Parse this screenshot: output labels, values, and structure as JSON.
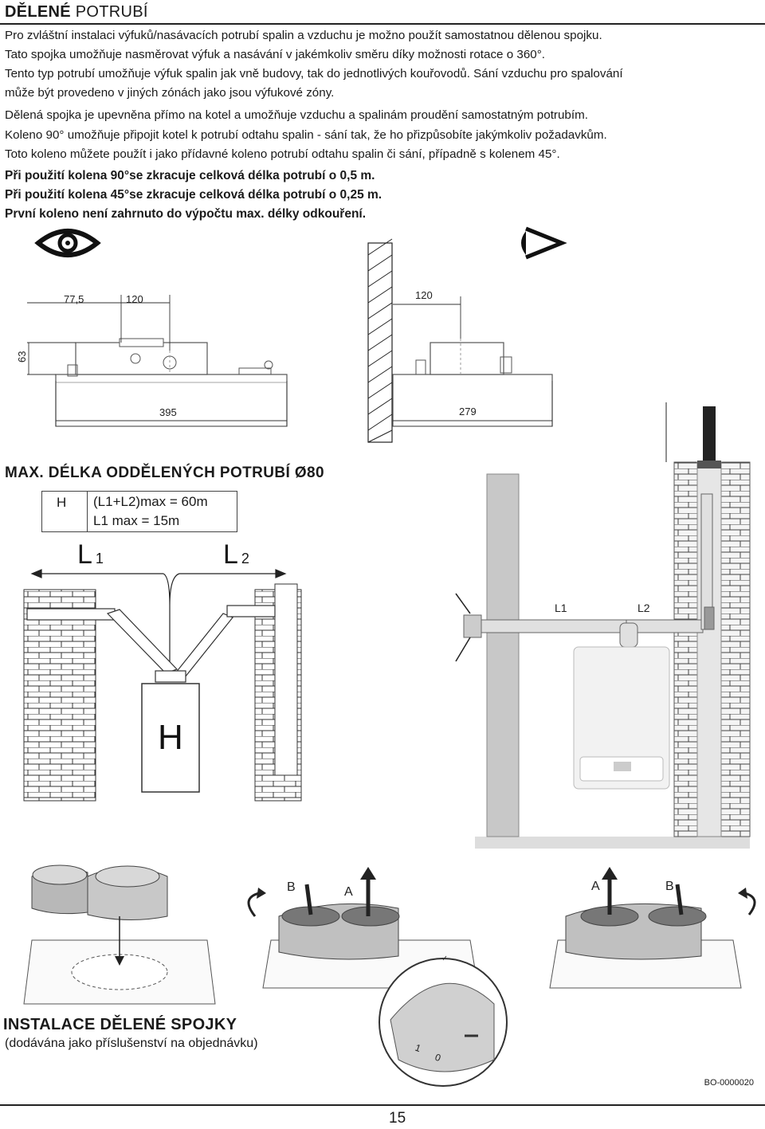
{
  "section": {
    "title_bold": "DĚLENÉ",
    "title_rest": " POTRUBÍ"
  },
  "paragraphs": [
    "Pro zvláštní instalaci výfuků/nasávacích potrubí spalin a vzduchu je možno použít samostatnou dělenou spojku.",
    "Tato spojka umožňuje nasměrovat výfuk a nasávání v jakémkoliv směru díky možnosti rotace o 360°.",
    "Tento typ potrubí umožňuje výfuk spalin jak vně budovy, tak do jednotlivých kouřovodů. Sání vzduchu pro spalování",
    "může být provedeno v jiných zónách jako jsou výfukové zóny.",
    "Dělená spojka je upevněna přímo na kotel a umožňuje vzduchu a spalinám proudění samostatným potrubím.",
    "Koleno 90° umožňuje připojit kotel k potrubí odtahu spalin - sání tak, že ho přizpůsobíte jakýmkoliv požadavkům.",
    "Toto koleno můžete použít i jako přídavné koleno potrubí odtahu spalin či sání, případně s kolenem 45°."
  ],
  "bold_notes": [
    "Při použití kolena 90°se zkracuje celková délka potrubí o 0,5 m.",
    "Při použití kolena 45°se zkracuje celková délka potrubí o 0,25 m.",
    "První koleno není zahrnuto do výpočtu max. délky odkouření."
  ],
  "icons": [
    "eye-icon",
    "eye-side-icon"
  ],
  "dimensions": {
    "front_top_a": "77,5",
    "front_top_b": "120",
    "front_side": "63",
    "front_bottom": "395",
    "side_top": "120",
    "side_bottom": "279"
  },
  "max_length": {
    "title": "MAX. DÉLKA ODDĚLENÝCH POTRUBÍ Ø80",
    "h_label": "H",
    "formula_1": "(L1+L2)max = 60m",
    "formula_2": "L1 max = 15m",
    "l1_main": "L",
    "l1_sub": "1",
    "l2_main": "L",
    "l2_sub": "2",
    "boiler_label": "H",
    "photo_l1": "L1",
    "photo_l2": "L2"
  },
  "install": {
    "label_b1": "B",
    "label_a1": "A",
    "label_a2": "A",
    "label_b2": "B",
    "dial_1": "1",
    "dial_0": "0",
    "title": "INSTALACE DĚLENÉ SPOJKY",
    "note": "(dodávána jako příslušenství na objednávku)"
  },
  "doc_ref": "BO-0000020",
  "page_number": "15"
}
